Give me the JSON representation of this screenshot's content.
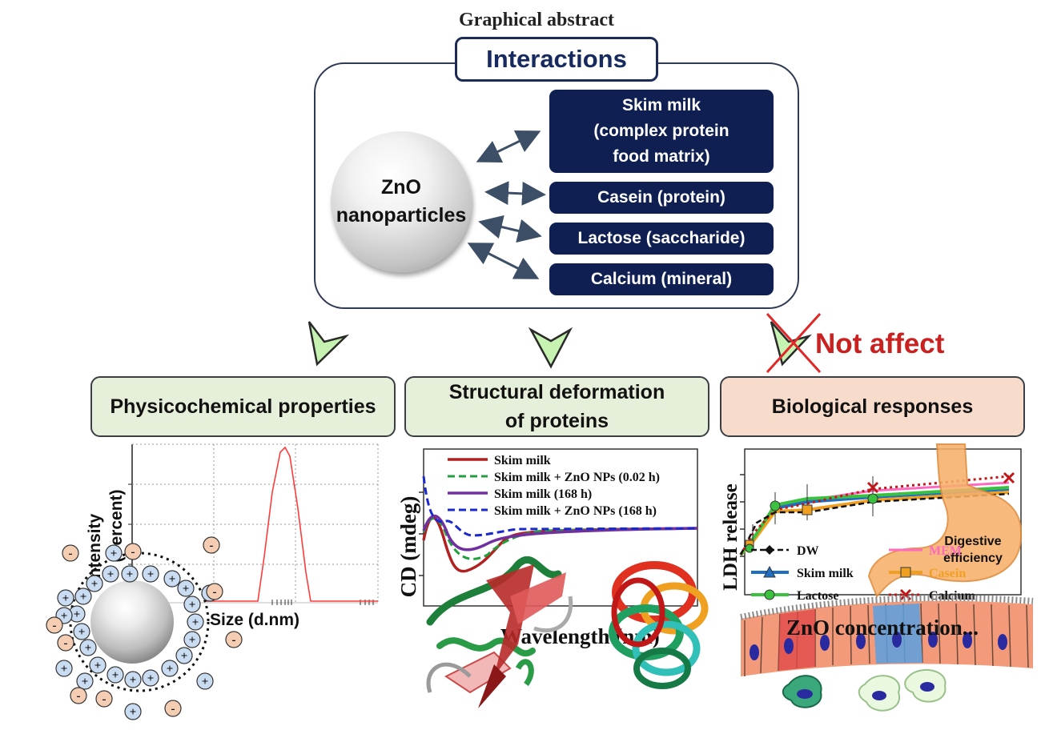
{
  "header": {
    "title": "Graphical abstract"
  },
  "interactions": {
    "title": "Interactions",
    "particle": [
      "ZnO",
      "nanoparticles"
    ],
    "targets": [
      [
        "Skim milk",
        "(complex protein",
        "food matrix)"
      ],
      [
        "Casein (protein)"
      ],
      [
        "Lactose (saccharide)"
      ],
      [
        "Calcium (mineral)"
      ]
    ]
  },
  "outcomes": {
    "physicochemical": "Physicochemical properties",
    "structural": [
      "Structural deformation",
      "of proteins"
    ],
    "biological": "Biological responses",
    "not_affect": "Not affect"
  },
  "size_plot": {
    "ylabel_1": "Intensity",
    "ylabel_2": "(Percent)",
    "xlabel": "Size (d.nm)",
    "line_color": "#ff3b3b"
  },
  "cd_plot": {
    "ylabel": "CD (mdeg)",
    "xlabel": "Wavelength (nm)",
    "legend": [
      {
        "name": "Skim milk",
        "color": "#b22020",
        "dash": "solid"
      },
      {
        "name": "Skim milk + ZnO NPs (0.02 h)",
        "color": "#22a040",
        "dash": "dashed"
      },
      {
        "name": "Skim milk (168 h)",
        "color": "#7030a0",
        "dash": "solid"
      },
      {
        "name": "Skim milk + ZnO NPs (168 h)",
        "color": "#1a28d0",
        "dash": "dashed"
      }
    ]
  },
  "ldh_plot": {
    "ylabel": "LDH release",
    "xlabel": "ZnO concentration...",
    "stomach_label": [
      "Digestive",
      "efficiency"
    ],
    "legend": [
      {
        "name": "DW",
        "color": "#111111",
        "marker": "diamond"
      },
      {
        "name": "MEM",
        "color": "#ff69c0",
        "marker": "none"
      },
      {
        "name": "Skim milk",
        "color": "#1f6fc0",
        "marker": "triangle"
      },
      {
        "name": "Casein",
        "color": "#f0a020",
        "marker": "square"
      },
      {
        "name": "Lactose",
        "color": "#3cc040",
        "marker": "circle"
      },
      {
        "name": "Calcium",
        "color": "#c01818",
        "marker": "cross"
      }
    ]
  },
  "charges": {
    "positive": "+",
    "negative": "-"
  }
}
